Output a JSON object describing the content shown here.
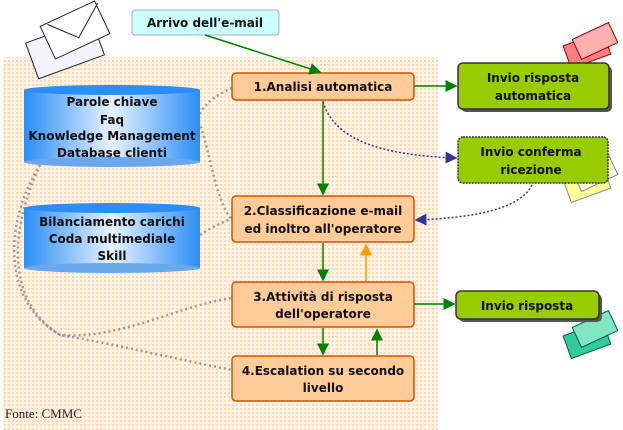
{
  "arrival": "Arrivo dell'e-mail",
  "steps": [
    {
      "line1": "1.Analisi automatica",
      "line2": ""
    },
    {
      "line1": "2.Classificazione e-mail",
      "line2": "ed inoltro all'operatore"
    },
    {
      "line1": "3.Attività di risposta",
      "line2": "dell'operatore"
    },
    {
      "line1": "4.Escalation su secondo",
      "line2": "livello"
    }
  ],
  "outputs": [
    {
      "line1": "Invio risposta",
      "line2": "automatica"
    },
    {
      "line1": "Invio conferma",
      "line2": "ricezione"
    },
    {
      "line1": "Invio risposta",
      "line2": ""
    }
  ],
  "databases": [
    {
      "lines": [
        "Parole chiave",
        "Faq",
        "Knowledge Management",
        "Database clienti"
      ]
    },
    {
      "lines": [
        "Bilanciamento carichi",
        "Coda multimediale",
        "Skill"
      ]
    }
  ],
  "source": "Fonte: CMMC",
  "colors": {
    "step": "#ffcc99",
    "output": "#99cc00",
    "arrival": "#ccffff",
    "database": "#3399ff",
    "arrow": "#008000",
    "dotted_arrow": "#333399",
    "feedback_arrow": "#ff9900"
  }
}
